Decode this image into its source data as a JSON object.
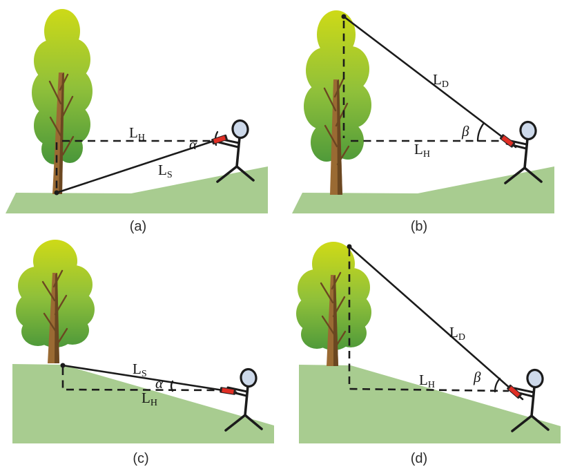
{
  "colors": {
    "background": "#ffffff",
    "ground": "#a8cc90",
    "canopy_top": "#ccd918",
    "canopy_mid": "#8fc03a",
    "canopy_bottom": "#47953a",
    "trunk": "#9a6a33",
    "branch": "#6b4721",
    "line": "#1b1b1b",
    "label_color": "#111111",
    "head_fill": "#cdd9ea",
    "device_red": "#e02f25",
    "device_dark": "#2a2222"
  },
  "panels": [
    {
      "caption": "(a)",
      "horizontal_label": {
        "base": "L",
        "sub": "H"
      },
      "sight_label": {
        "base": "L",
        "sub": "S"
      },
      "angle_label": "α"
    },
    {
      "caption": "(b)",
      "horizontal_label": {
        "base": "L",
        "sub": "H"
      },
      "sight_label": {
        "base": "L",
        "sub": "D"
      },
      "angle_label": "β"
    },
    {
      "caption": "(c)",
      "horizontal_label": {
        "base": "L",
        "sub": "H"
      },
      "sight_label": {
        "base": "L",
        "sub": "S"
      },
      "angle_label": "α"
    },
    {
      "caption": "(d)",
      "horizontal_label": {
        "base": "L",
        "sub": "H"
      },
      "sight_label": {
        "base": "L",
        "sub": "D"
      },
      "angle_label": "β"
    }
  ]
}
